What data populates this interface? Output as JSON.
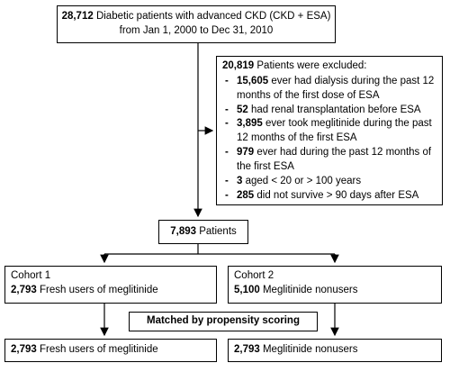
{
  "top": {
    "count": "28,712",
    "text1": " Diabetic patients with advanced CKD (CKD + ESA)",
    "line2": "from Jan 1, 2000 to Dec 31, 2010"
  },
  "excluded": {
    "count": "20,819",
    "title_text": " Patients were excluded:",
    "items": [
      {
        "num": "15,605",
        "text": " ever had dialysis during the past 12 months of the first dose of ESA"
      },
      {
        "num": "52",
        "text": " had renal transplantation before ESA"
      },
      {
        "num": "3,895",
        "text": " ever took meglitinide during the past 12 months of the first ESA"
      },
      {
        "num": "979",
        "text": " ever had during the past 12 months of the first ESA"
      },
      {
        "num": "3",
        "text": " aged < 20 or > 100 years"
      },
      {
        "num": "285",
        "text": " did not survive > 90 days after ESA"
      }
    ]
  },
  "patients": {
    "count": "7,893",
    "text": " Patients"
  },
  "cohort1": {
    "title": "Cohort 1",
    "count": "2,793",
    "text": " Fresh users of meglitinide"
  },
  "cohort2": {
    "title": "Cohort 2",
    "count": "5,100",
    "text": " Meglitinide nonusers"
  },
  "match": {
    "label": "Matched by propensity scoring"
  },
  "final1": {
    "count": "2,793",
    "text": " Fresh users of meglitinide"
  },
  "final2": {
    "count": "2,793",
    "text": " Meglitinide nonusers"
  }
}
